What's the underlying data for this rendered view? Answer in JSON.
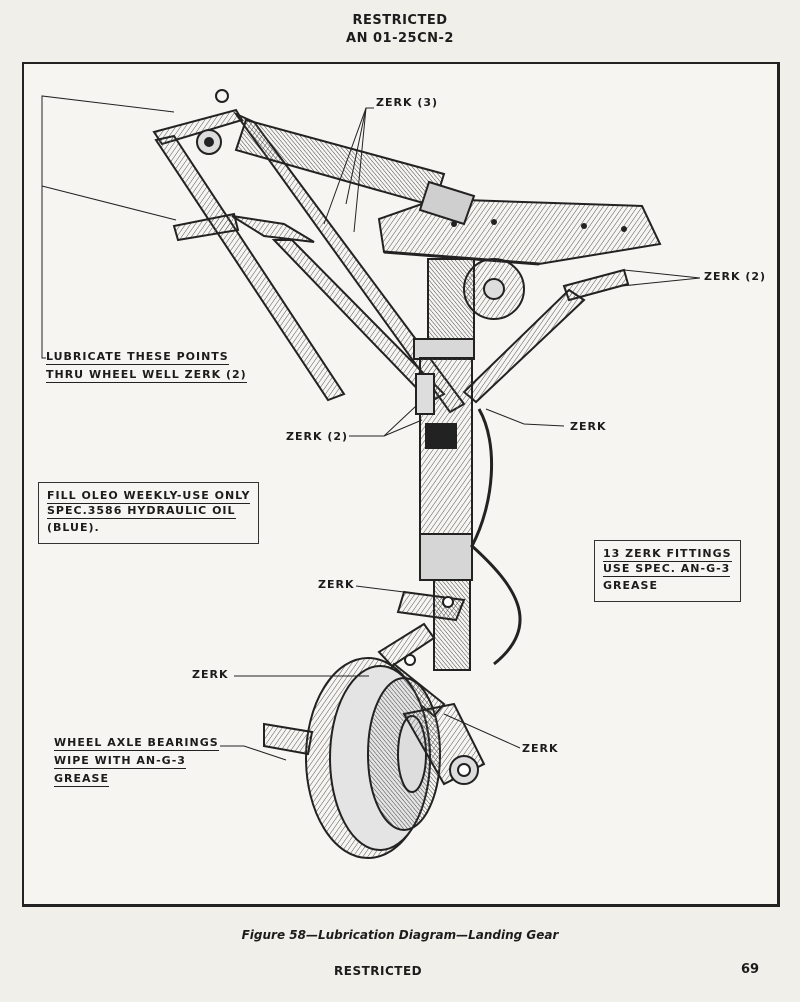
{
  "header": {
    "restricted": "RESTRICTED",
    "document_number": "AN 01-25CN-2"
  },
  "labels": {
    "zerk_3": "ZERK (3)",
    "zerk_2_right": "ZERK (2)",
    "lubricate_line1": "LUBRICATE THESE POINTS",
    "lubricate_line2": "THRU WHEEL WELL  ZERK (2)",
    "zerk_mid_right": "ZERK",
    "zerk_2_left": "ZERK (2)",
    "zerk_upper_strut": "ZERK",
    "zerk_lower_left": "ZERK",
    "zerk_lower_right": "ZERK",
    "wheel_line1": "WHEEL AXLE BEARINGS",
    "wheel_line2": "WIPE WITH AN-G-3",
    "wheel_line3": "GREASE"
  },
  "notes": {
    "oleo_line1": "FILL OLEO WEEKLY-USE ONLY",
    "oleo_line2": "SPEC.3586 HYDRAULIC OIL",
    "oleo_line3": "(BLUE).",
    "zerk_count_line1": "13 ZERK FITTINGS",
    "zerk_count_line2": "USE SPEC. AN-G-3",
    "zerk_count_line3": "GREASE"
  },
  "caption": "Figure 58—Lubrication Diagram—Landing Gear",
  "footer": {
    "restricted": "RESTRICTED",
    "page_number": "69"
  }
}
